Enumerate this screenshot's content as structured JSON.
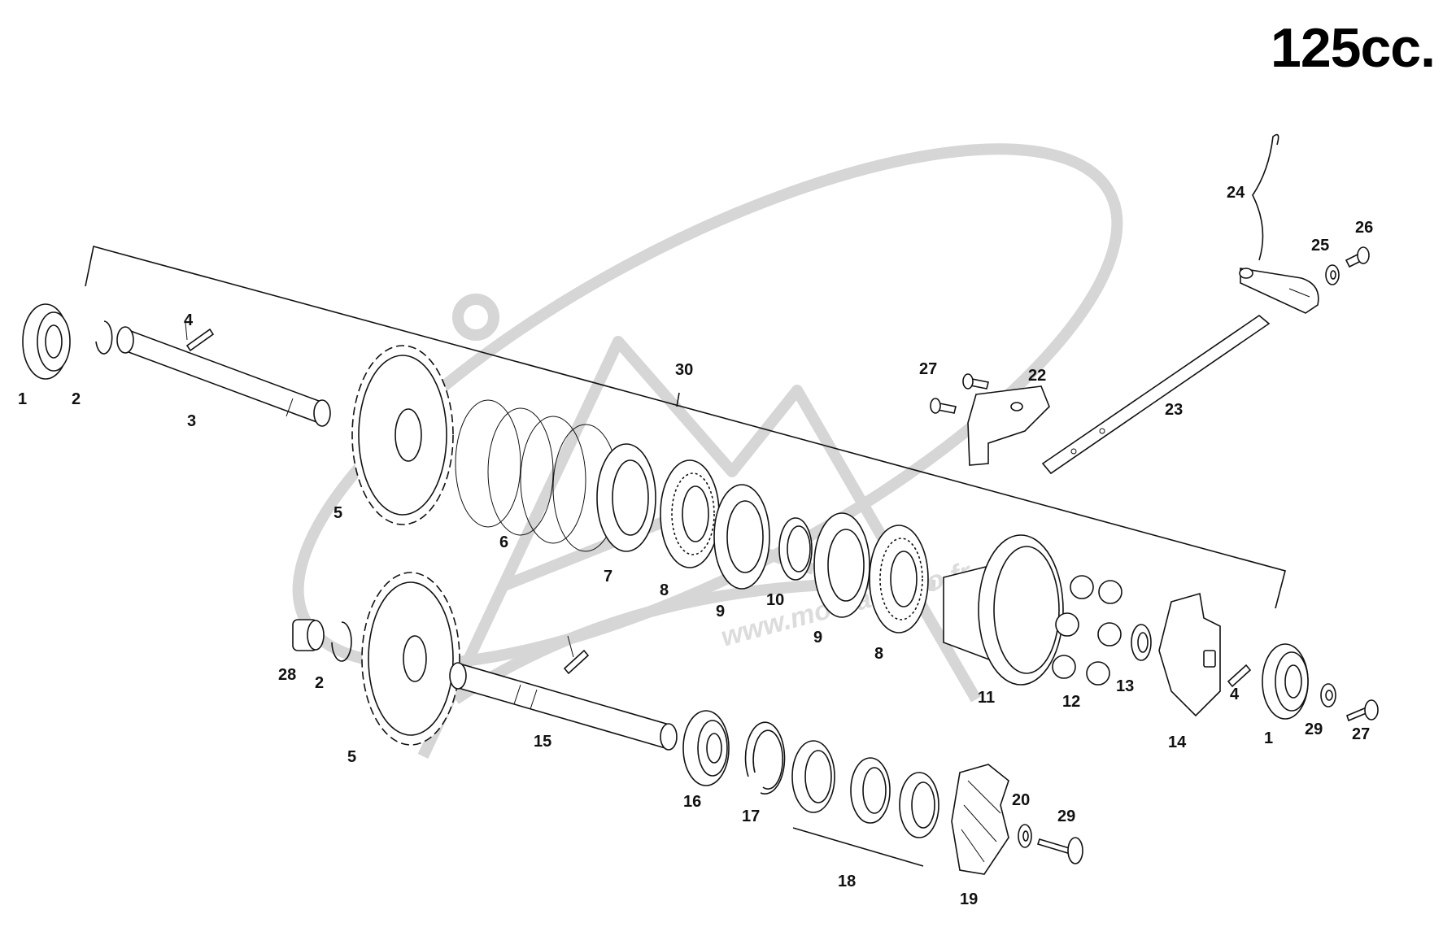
{
  "title": "125cc.",
  "watermark_text": "www.motoamodo.fr",
  "callouts": [
    "1",
    "2",
    "3",
    "4",
    "5",
    "6",
    "7",
    "8",
    "9",
    "10",
    "11",
    "12",
    "13",
    "14",
    "1",
    "29",
    "27",
    "4",
    "28",
    "2",
    "5",
    "15",
    "16",
    "17",
    "18",
    "19",
    "20",
    "29",
    "30",
    "22",
    "27",
    "23",
    "24",
    "25",
    "26",
    "9",
    "8"
  ]
}
